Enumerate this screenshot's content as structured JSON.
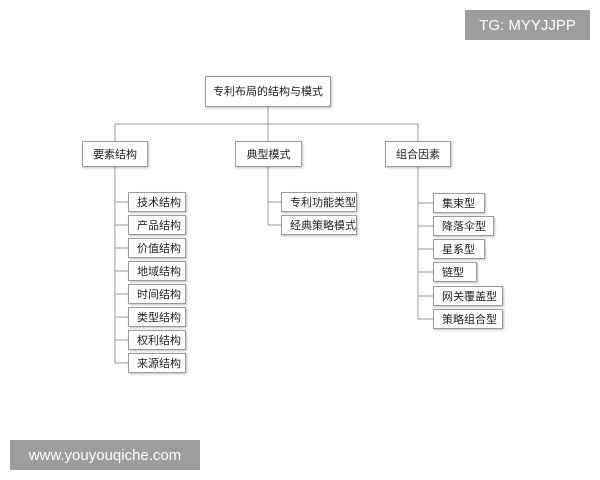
{
  "watermarks": {
    "top_right": "TG: MYYJJPP",
    "bottom_left": "www.youyouqiche.com"
  },
  "diagram": {
    "root": "专利布局的结构与模式",
    "branches": [
      {
        "label": "要素结构",
        "children": [
          "技术结构",
          "产品结构",
          "价值结构",
          "地域结构",
          "时间结构",
          "类型结构",
          "权利结构",
          "来源结构"
        ]
      },
      {
        "label": "典型模式",
        "children": [
          "专利功能类型",
          "经典策略模式"
        ]
      },
      {
        "label": "组合因素",
        "children": [
          "集束型",
          "降落伞型",
          "星系型",
          "链型",
          "网关覆盖型",
          "策略组合型"
        ]
      }
    ]
  },
  "colors": {
    "line": "#9a9a9a",
    "box_border": "#9a9a9a",
    "watermark_bg": "#8c8c8c"
  }
}
